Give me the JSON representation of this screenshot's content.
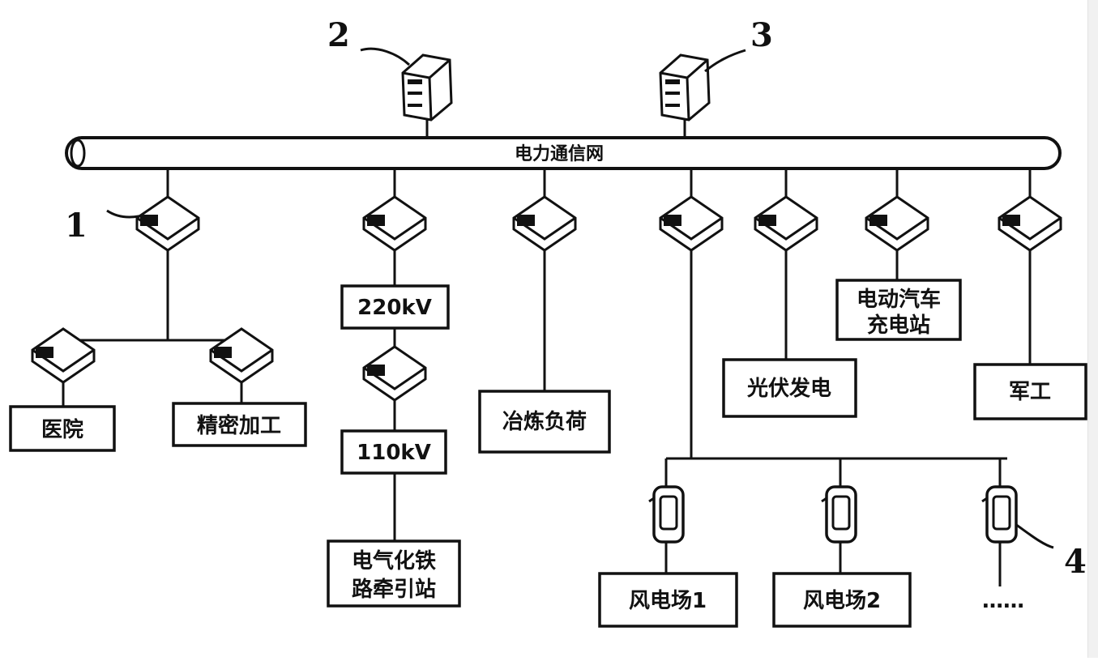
{
  "bus_label": "电力通信网",
  "markers": {
    "m1": "1",
    "m2": "2",
    "m3": "3",
    "m4": "4"
  },
  "nodes": {
    "medical": "医院",
    "precision": "精密加工",
    "kv220": "220kV",
    "kv110": "110kV",
    "railway_line1": "电气化铁",
    "railway_line2": "路牵引站",
    "smelting": "冶炼负荷",
    "pv": "光伏发电",
    "ev_line1": "电动汽车",
    "ev_line2": "充电站",
    "military": "军工",
    "wind1": "风电场1",
    "wind2": "风电场2",
    "more": "……"
  }
}
